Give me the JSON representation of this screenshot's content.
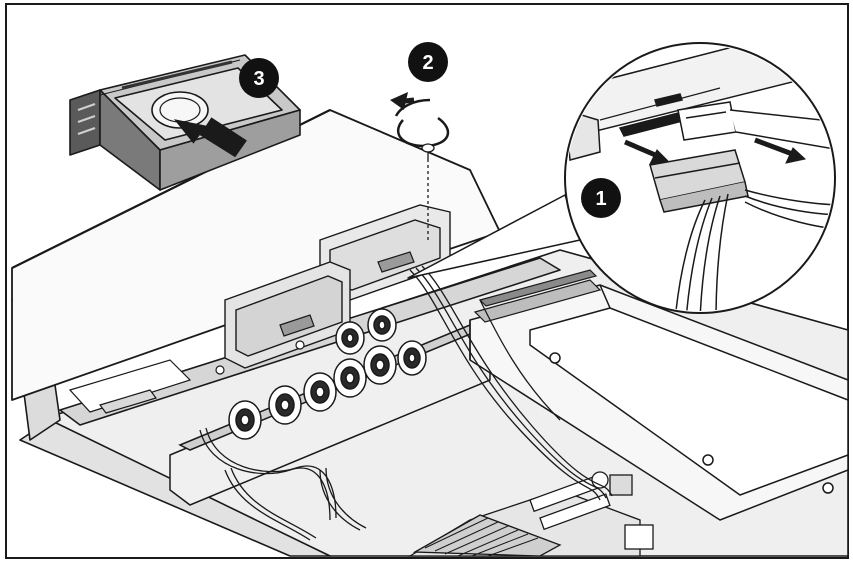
{
  "colors": {
    "line": "#1a1a1a",
    "fill_light": "#f4f4f4",
    "fill_mid": "#c9c9c9",
    "fill_dark": "#6f6f6f",
    "badge": "#111111",
    "badge_text": "#ffffff"
  },
  "steps": [
    {
      "number": "1",
      "icon": "disconnect-cable-icon"
    },
    {
      "number": "2",
      "icon": "remove-screw-icon"
    },
    {
      "number": "3",
      "icon": "slide-drive-icon"
    }
  ]
}
